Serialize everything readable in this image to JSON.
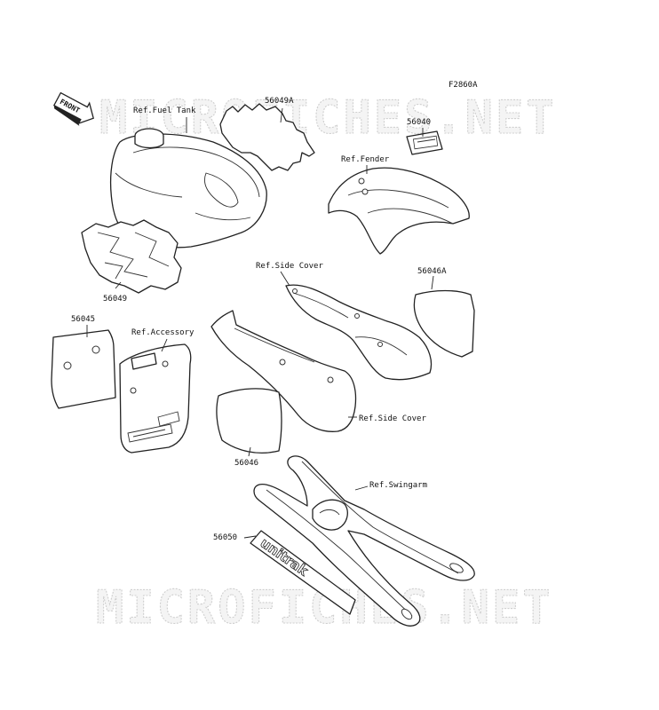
{
  "figure_code": "F2860A",
  "front_tag": "FRONT",
  "watermark": "MICROFICHES.NET",
  "callouts": {
    "ref_fuel_tank": "Ref.Fuel Tank",
    "p56049a": "56049A",
    "p56040": "56040",
    "ref_fender": "Ref.Fender",
    "p56049": "56049",
    "ref_side_cover_top": "Ref.Side Cover",
    "p56046a": "56046A",
    "p56045": "56045",
    "ref_accessory": "Ref.Accessory",
    "ref_side_cover_right": "Ref.Side Cover",
    "p56046": "56046",
    "ref_swingarm": "Ref.Swingarm",
    "p56050": "56050"
  },
  "decal_text": "unitrak"
}
